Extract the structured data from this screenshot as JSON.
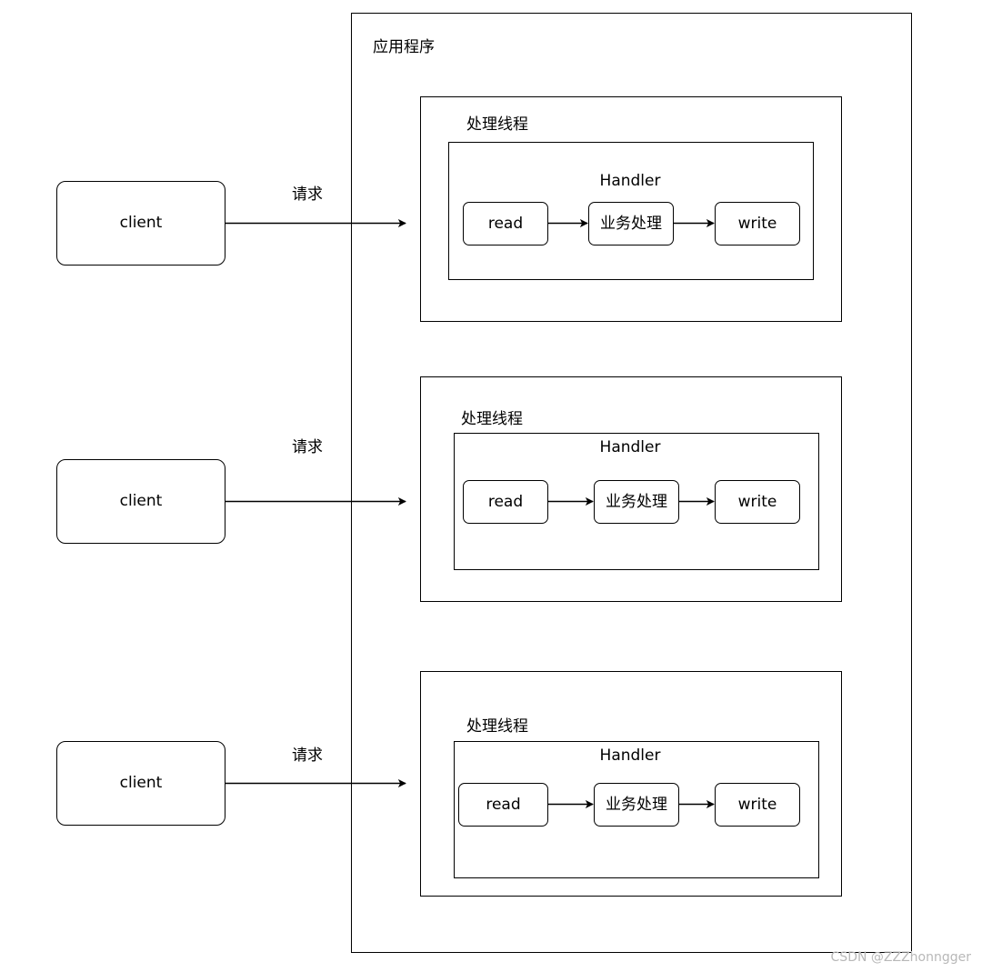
{
  "app": {
    "label": "应用程序"
  },
  "clients": [
    {
      "label": "client",
      "request_label": "请求"
    },
    {
      "label": "client",
      "request_label": "请求"
    },
    {
      "label": "client",
      "request_label": "请求"
    }
  ],
  "threads": [
    {
      "label": "处理线程",
      "handler": "Handler",
      "steps": [
        "read",
        "业务处理",
        "write"
      ]
    },
    {
      "label": "处理线程",
      "handler": "Handler",
      "steps": [
        "read",
        "业务处理",
        "write"
      ]
    },
    {
      "label": "处理线程",
      "handler": "Handler",
      "steps": [
        "read",
        "业务处理",
        "write"
      ]
    }
  ],
  "watermark": "CSDN @ZZZhonngger"
}
